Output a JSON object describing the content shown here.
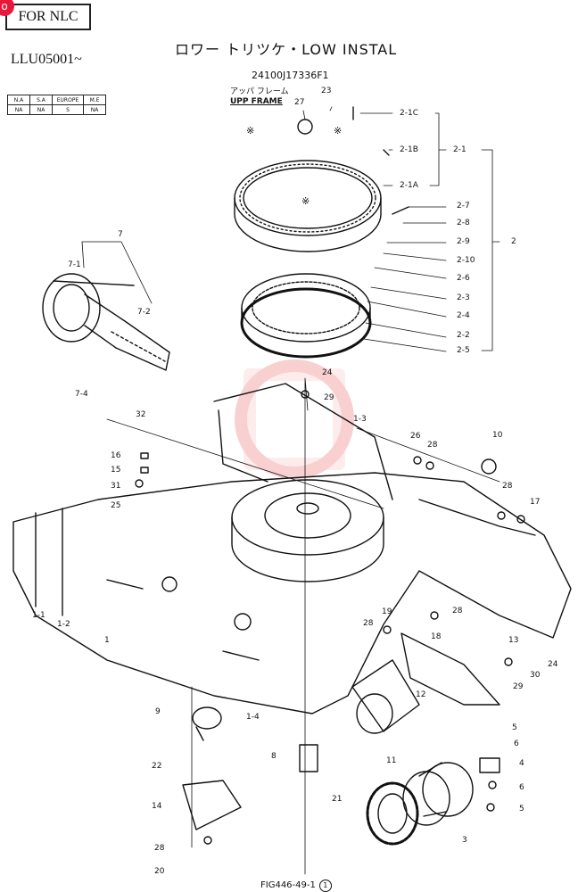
{
  "header": {
    "badge": "FOR NLC",
    "serial": "LLU05001~",
    "title": "ロワー トリツケ・LOW INSTAL",
    "part_number": "24100J17336F1",
    "upper_frame_jp": "アッパ フレーム",
    "upper_frame_en": "UPP FRAME",
    "figure_ref": "FIG446-49-1",
    "figure_circle": "1"
  },
  "region_table": {
    "headers": [
      "N.A",
      "S.A",
      "EUROPE",
      "M.E"
    ],
    "values": [
      "NA",
      "NA",
      "S",
      "NA"
    ]
  },
  "bracket_labels": [
    "2-1C",
    "2-1B",
    "2-1A",
    "2-1",
    "2-7",
    "2-8",
    "2-9",
    "2",
    "2-10",
    "2-6",
    "2-3",
    "2-4",
    "2-2",
    "2-5"
  ],
  "marks": {
    "asterisk": "※"
  },
  "callouts": [
    "23",
    "27",
    "7",
    "7-1",
    "7-2",
    "7-4",
    "32",
    "24",
    "29",
    "1-3",
    "16",
    "15",
    "31",
    "25",
    "26",
    "28",
    "10",
    "28",
    "17",
    "1-1",
    "1-2",
    "1",
    "28",
    "19",
    "18",
    "28",
    "13",
    "12",
    "29",
    "30",
    "24",
    "9",
    "1-4",
    "5",
    "6",
    "4",
    "6",
    "5",
    "22",
    "8",
    "11",
    "21",
    "3",
    "14",
    "28",
    "20"
  ]
}
